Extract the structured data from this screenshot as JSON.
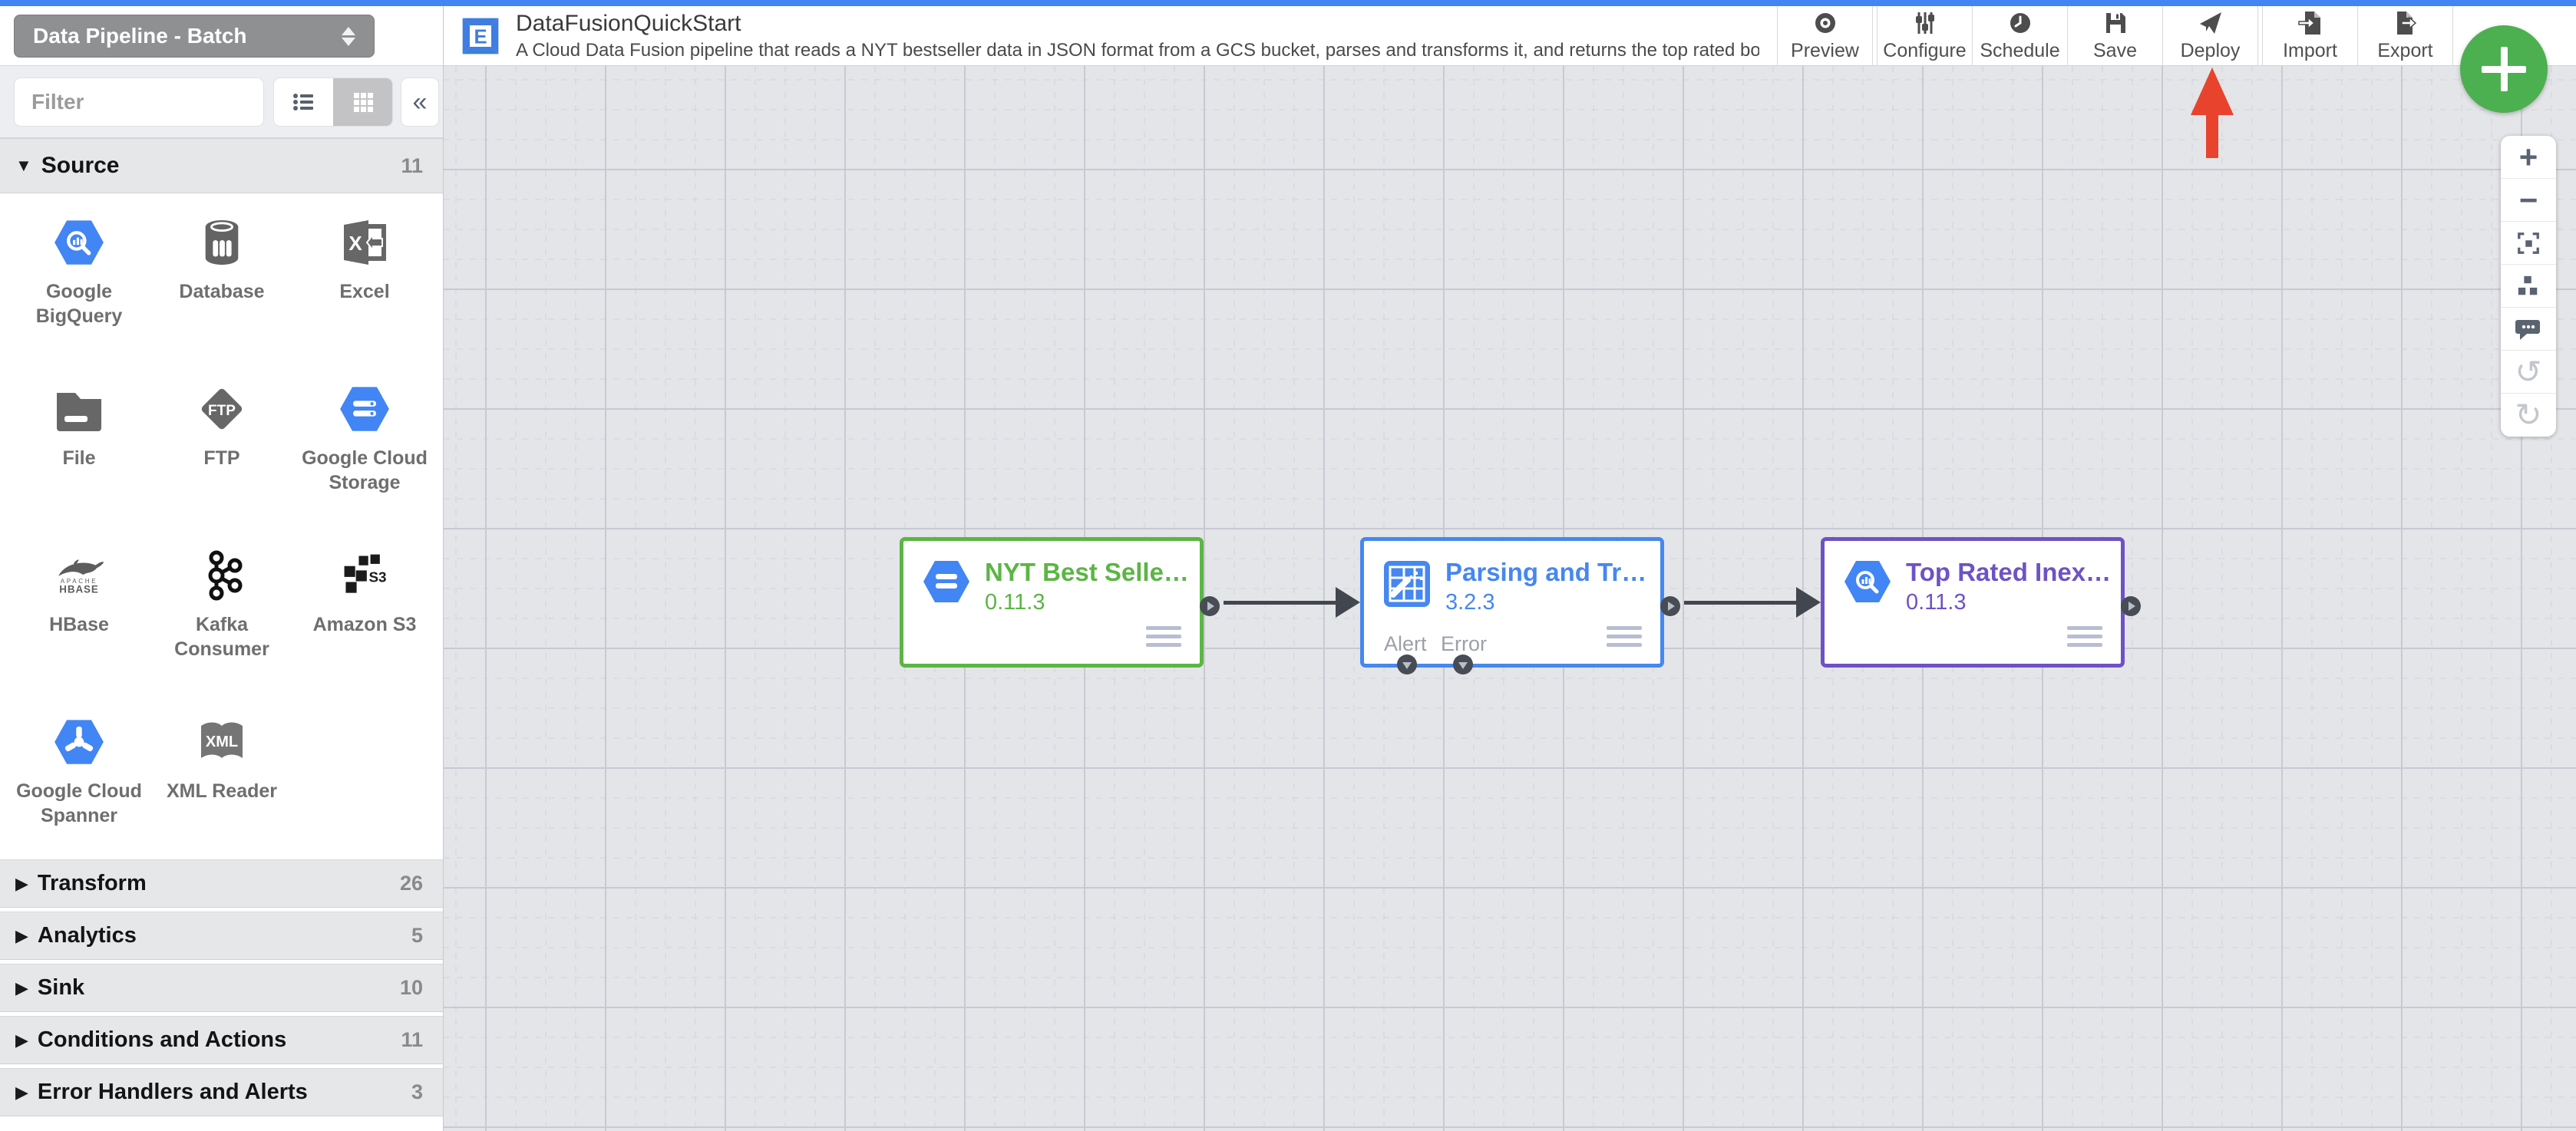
{
  "app": {
    "topbar_color": "#4285f4"
  },
  "pipeline_selector": {
    "value": "Data Pipeline - Batch"
  },
  "header": {
    "title": "DataFusionQuickStart",
    "description": "A Cloud Data Fusion pipeline that reads a NYT bestseller data in JSON format from a GCS bucket, parses and transforms it, and returns the top rated book..."
  },
  "toolbar": {
    "buttons": [
      {
        "label": "Preview",
        "icon": "preview-eye-icon"
      },
      {
        "label": "Configure",
        "icon": "configure-sliders-icon"
      },
      {
        "label": "Schedule",
        "icon": "schedule-clock-icon"
      },
      {
        "label": "Save",
        "icon": "save-floppy-icon"
      },
      {
        "label": "Deploy",
        "icon": "deploy-plane-icon"
      },
      {
        "label": "Import",
        "icon": "import-doc-icon"
      },
      {
        "label": "Export",
        "icon": "export-doc-icon"
      }
    ],
    "add_button_color": "#4cb050"
  },
  "sidebar": {
    "filter_placeholder": "Filter",
    "view_toggle_icons": [
      "list-view-icon",
      "grid-view-icon"
    ],
    "collapse_glyph": "«",
    "sections": [
      {
        "label": "Source",
        "count": "11",
        "expanded": true
      },
      {
        "label": "Transform",
        "count": "26",
        "expanded": false
      },
      {
        "label": "Analytics",
        "count": "5",
        "expanded": false
      },
      {
        "label": "Sink",
        "count": "10",
        "expanded": false
      },
      {
        "label": "Conditions and Actions",
        "count": "11",
        "expanded": false
      },
      {
        "label": "Error Handlers and Alerts",
        "count": "3",
        "expanded": false
      }
    ],
    "source_plugins": [
      {
        "label": "Google BigQuery",
        "icon": "bigquery-icon"
      },
      {
        "label": "Database",
        "icon": "database-icon"
      },
      {
        "label": "Excel",
        "icon": "excel-icon"
      },
      {
        "label": "File",
        "icon": "file-folder-icon"
      },
      {
        "label": "FTP",
        "icon": "ftp-icon"
      },
      {
        "label": "Google Cloud Storage",
        "icon": "gcs-icon"
      },
      {
        "label": "HBase",
        "icon": "hbase-icon"
      },
      {
        "label": "Kafka Consumer",
        "icon": "kafka-icon"
      },
      {
        "label": "Amazon S3",
        "icon": "s3-icon"
      },
      {
        "label": "Google Cloud Spanner",
        "icon": "spanner-icon"
      },
      {
        "label": "XML Reader",
        "icon": "xml-icon"
      }
    ]
  },
  "canvas": {
    "nodes": [
      {
        "title": "NYT Best Selle…",
        "version": "0.11.3",
        "accent": "#5cb544",
        "icon": "gcs-icon"
      },
      {
        "title": "Parsing and Tr…",
        "version": "3.2.3",
        "accent": "#4687f0",
        "icon": "wrangler-icon",
        "bottom_ports": [
          {
            "label": "Alert"
          },
          {
            "label": "Error"
          }
        ]
      },
      {
        "title": "Top Rated Inex…",
        "version": "0.11.3",
        "accent": "#6e52c5",
        "icon": "bigquery-icon"
      }
    ],
    "annotation": {
      "type": "red-up-arrow",
      "color": "#e8432d"
    },
    "zoom_controls": [
      {
        "icon": "zoom-in-icon",
        "enabled": true
      },
      {
        "icon": "zoom-out-icon",
        "enabled": true
      },
      {
        "icon": "fit-to-screen-icon",
        "enabled": true
      },
      {
        "icon": "auto-align-icon",
        "enabled": true
      },
      {
        "icon": "comment-icon",
        "enabled": true
      },
      {
        "icon": "undo-icon",
        "enabled": false
      },
      {
        "icon": "redo-icon",
        "enabled": false
      }
    ]
  }
}
